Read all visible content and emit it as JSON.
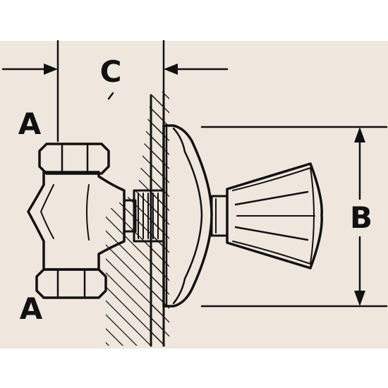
{
  "labels": {
    "a_top": "A",
    "a_bottom": "A",
    "b": "B",
    "c": "C"
  },
  "colors": {
    "background": "#efe6dd",
    "ink": "#111111"
  }
}
